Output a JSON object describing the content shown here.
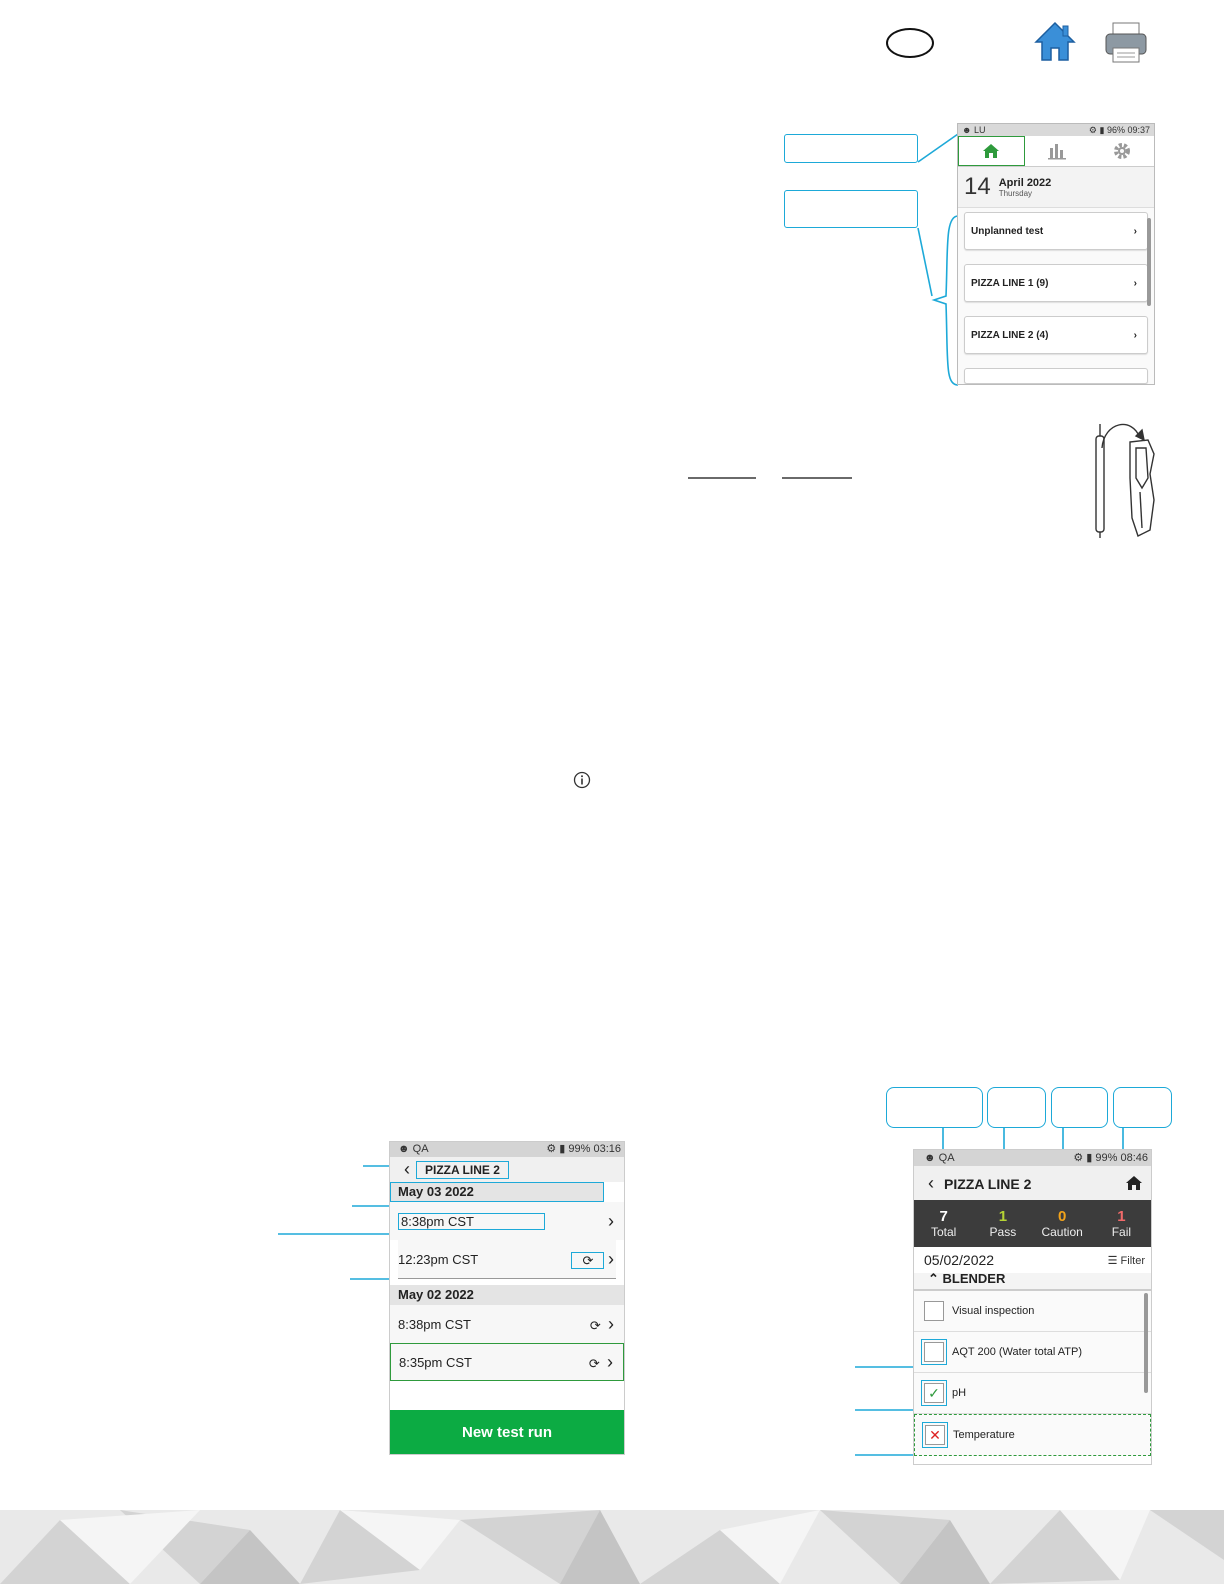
{
  "phone1": {
    "user": "LU",
    "battery": "96%",
    "time": "09:37",
    "day": "14",
    "month_year": "April 2022",
    "weekday": "Thursday",
    "items": [
      {
        "label": "Unplanned test"
      },
      {
        "label": "PIZZA LINE 1 (9)"
      },
      {
        "label": "PIZZA LINE 2 (4)"
      }
    ]
  },
  "phone2": {
    "user": "QA",
    "battery": "99%",
    "time": "03:16",
    "title": "PIZZA LINE 2",
    "groups": [
      {
        "date": "May 03 2022",
        "rows": [
          "8:38pm CST",
          "12:23pm CST"
        ]
      },
      {
        "date": "May 02 2022",
        "rows": [
          "8:38pm CST",
          "8:35pm CST"
        ]
      }
    ],
    "button": "New test run"
  },
  "phone3": {
    "user": "QA",
    "battery": "99%",
    "time": "08:46",
    "title": "PIZZA LINE 2",
    "stats": [
      {
        "value": "7",
        "label": "Total",
        "color": "#ffffff"
      },
      {
        "value": "1",
        "label": "Pass",
        "color": "#b5d334"
      },
      {
        "value": "0",
        "label": "Caution",
        "color": "#f2a31a"
      },
      {
        "value": "1",
        "label": "Fail",
        "color": "#f26a6a"
      }
    ],
    "date": "05/02/2022",
    "filter": "Filter",
    "section": "BLENDER",
    "tests": [
      {
        "label": "Visual inspection",
        "state": "empty"
      },
      {
        "label": "AQT 200 (Water total ATP)",
        "state": "empty"
      },
      {
        "label": "pH",
        "state": "pass"
      },
      {
        "label": "Temperature",
        "state": "fail"
      }
    ]
  },
  "colors": {
    "accent_blue": "#1da9d8",
    "green": "#0cab43"
  },
  "icons": [
    "home-icon",
    "printer-icon",
    "chart-icon",
    "gear-icon",
    "chevron-right-icon",
    "sync-icon",
    "info-icon",
    "device-clip-icon"
  ]
}
